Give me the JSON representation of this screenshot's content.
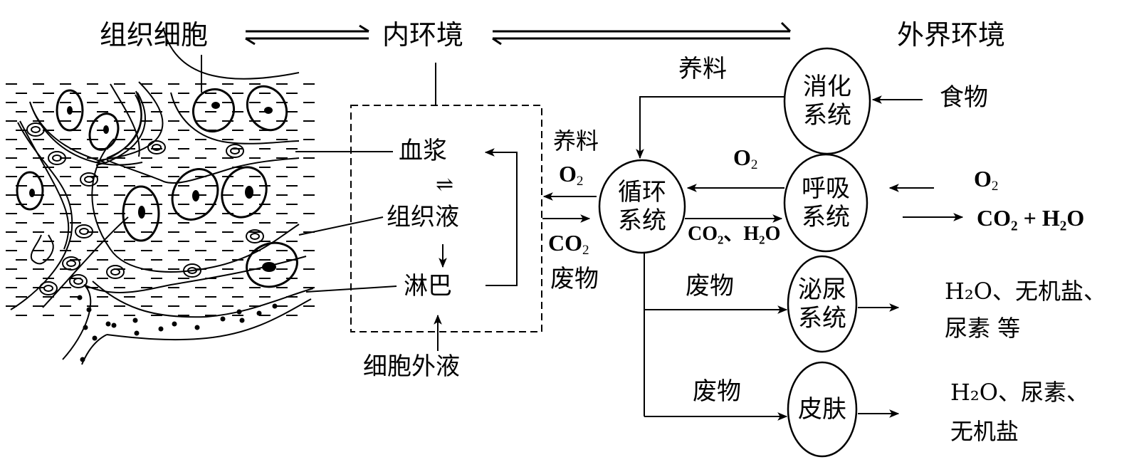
{
  "top_row": {
    "tissue_cells": "组织细胞",
    "internal_env": "内环境",
    "external_env": "外界环境"
  },
  "extracellular_box": {
    "plasma": "血浆",
    "tissue_fluid": "组织液",
    "lymph": "淋巴",
    "exchange_symbol": "⇌",
    "caption": "细胞外液"
  },
  "between_labels": {
    "nutrients": "养料",
    "o2": "O",
    "o2_sub": "2",
    "co2": "CO",
    "co2_sub": "2",
    "waste": "废物"
  },
  "systems": {
    "circulatory": [
      "循环",
      "系统"
    ],
    "digestive": [
      "消化",
      "系统"
    ],
    "respiratory": [
      "呼吸",
      "系统"
    ],
    "urinary": [
      "泌尿",
      "系统"
    ],
    "skin": [
      "皮肤"
    ]
  },
  "flows": {
    "digestive_to_circ": "养料",
    "food": "食物",
    "resp_to_circ_o2": "O",
    "resp_to_circ_o2_sub": "2",
    "circ_to_resp": "CO₂、H₂O",
    "ext_o2": "O",
    "ext_o2_sub": "2",
    "resp_out": "CO₂ + H₂O",
    "waste_urinary": "废物",
    "waste_skin": "废物",
    "urinary_out_line1": "H₂O、无机盐、",
    "urinary_out_line2": "尿素 等",
    "skin_out_line1": "H₂O、尿素、",
    "skin_out_line2": "无机盐"
  }
}
